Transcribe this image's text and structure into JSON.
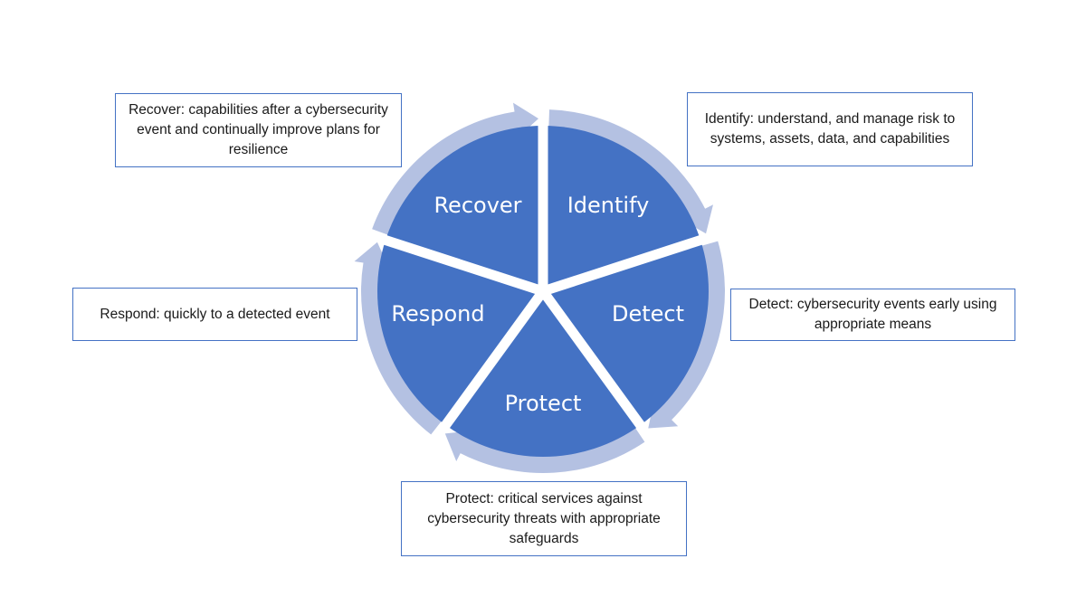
{
  "colors": {
    "wedge": "#4472C4",
    "ring": "#B4C1E2",
    "border": "#4472C4"
  },
  "segments": [
    {
      "label": "Identify",
      "description": "Identify: understand, and manage risk to systems, assets, data, and capabilities"
    },
    {
      "label": "Detect",
      "description": "Detect: cybersecurity events early using appropriate means"
    },
    {
      "label": "Protect",
      "description": "Protect: critical services against cybersecurity threats with appropriate safeguards"
    },
    {
      "label": "Respond",
      "description": "Respond: quickly to a detected event"
    },
    {
      "label": "Recover",
      "description": "Recover: capabilities after a cybersecurity event and continually improve plans for resilience"
    }
  ]
}
